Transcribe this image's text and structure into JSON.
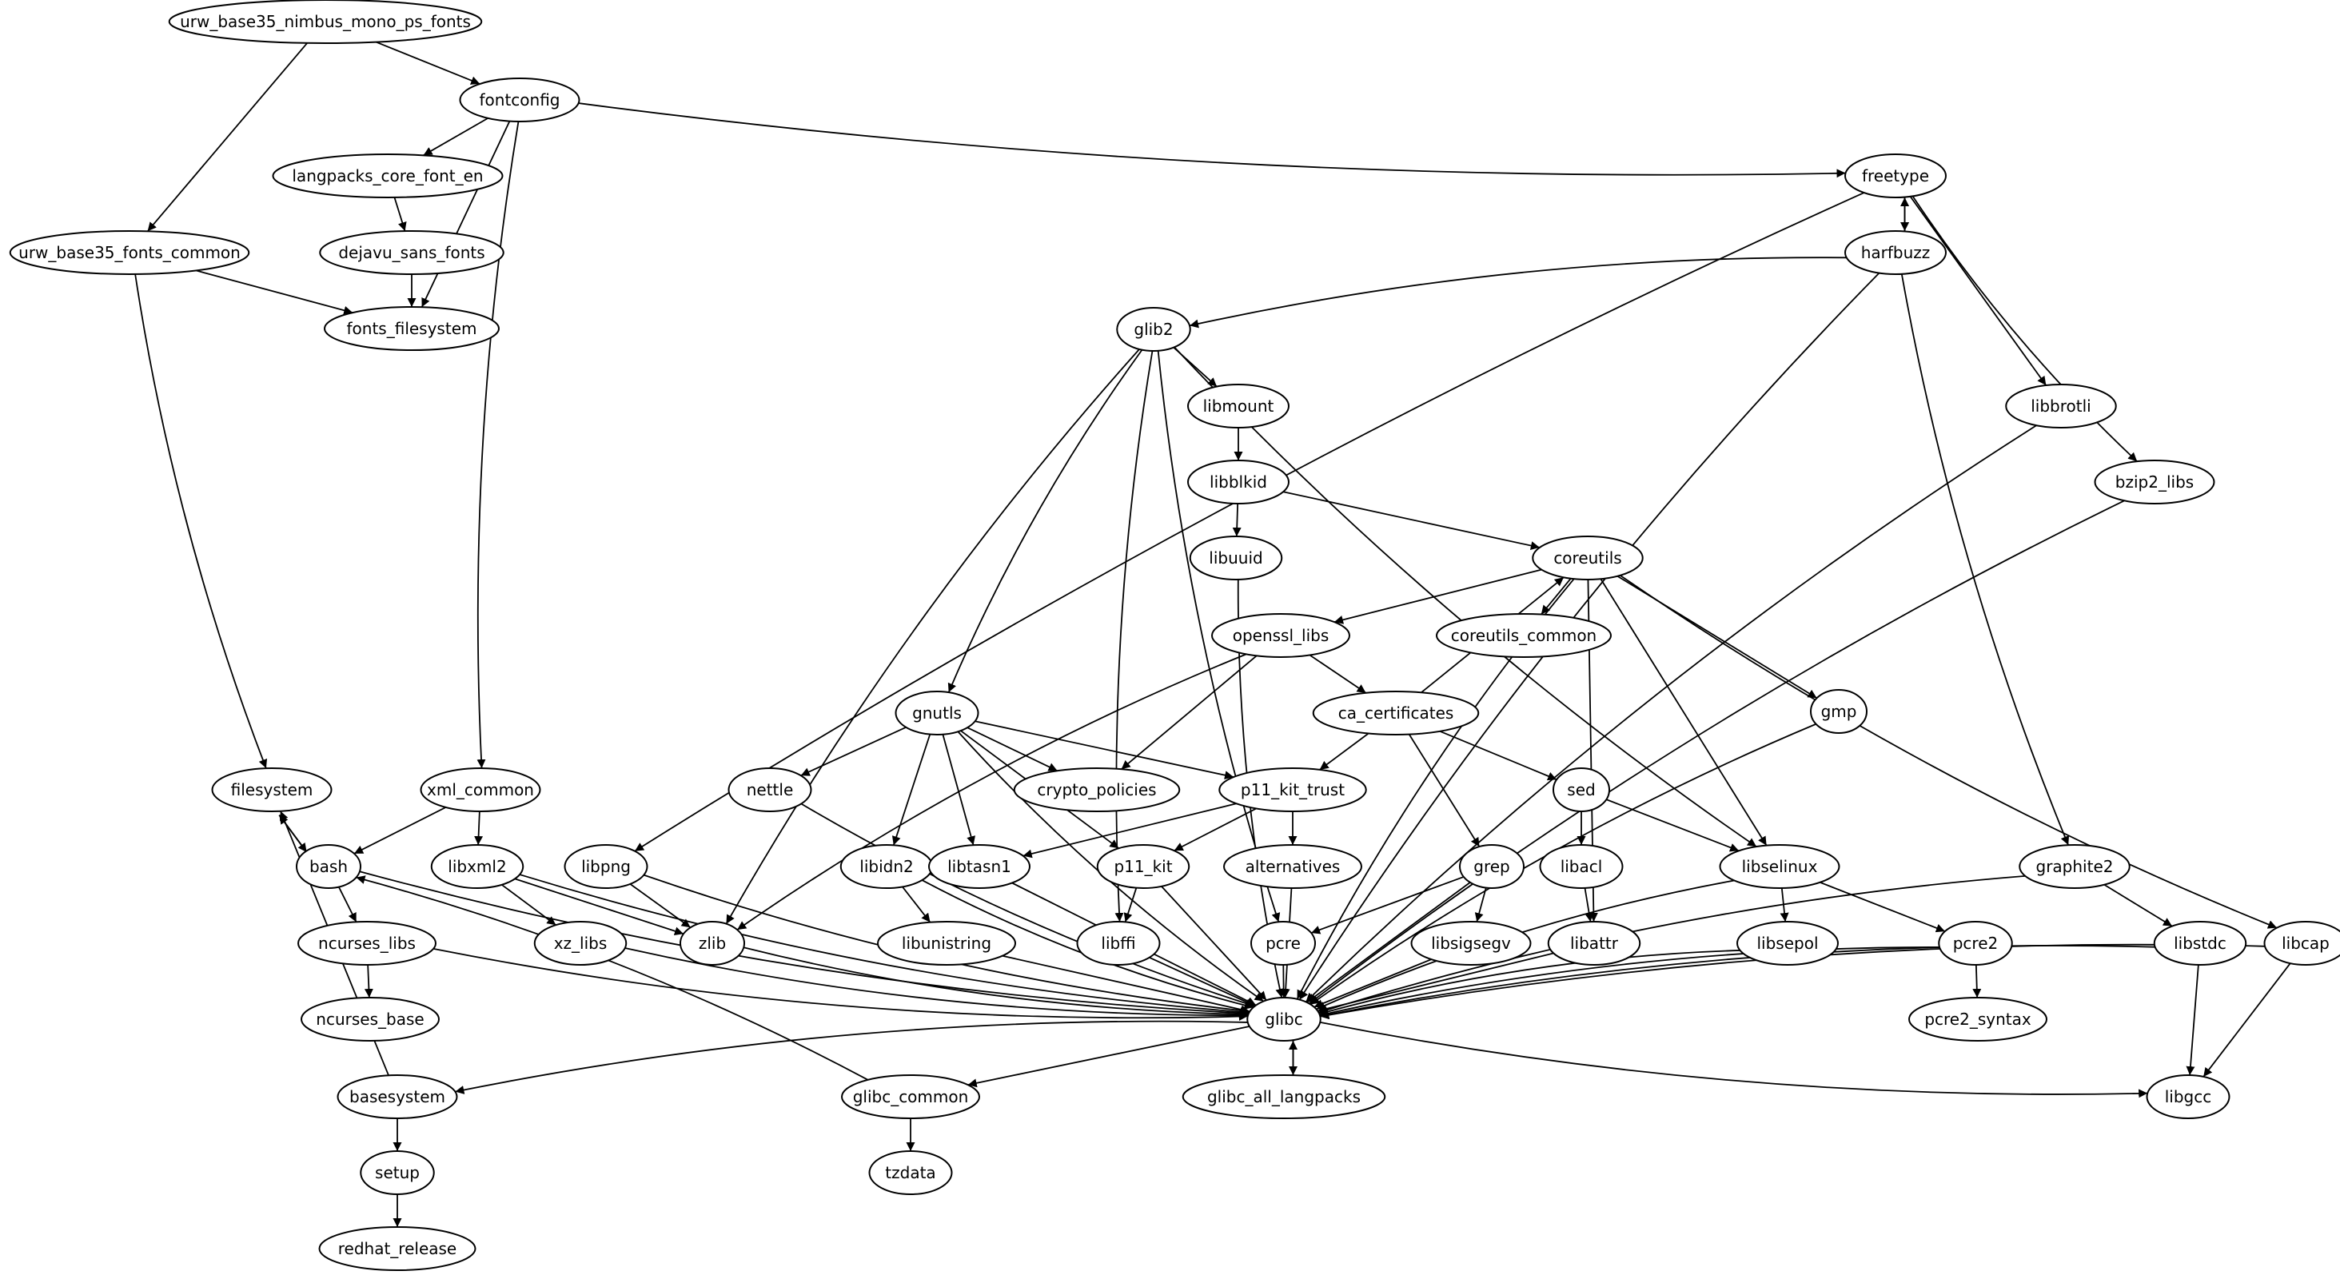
{
  "diagram": {
    "type": "directed-graph",
    "title": "Package dependency graph",
    "nodes": [
      {
        "id": "urw_base35_nimbus_mono_ps_fonts",
        "label": "urw_base35_nimbus_mono_ps_fonts"
      },
      {
        "id": "fontconfig",
        "label": "fontconfig"
      },
      {
        "id": "langpacks_core_font_en",
        "label": "langpacks_core_font_en"
      },
      {
        "id": "urw_base35_fonts_common",
        "label": "urw_base35_fonts_common"
      },
      {
        "id": "dejavu_sans_fonts",
        "label": "dejavu_sans_fonts"
      },
      {
        "id": "fonts_filesystem",
        "label": "fonts_filesystem"
      },
      {
        "id": "freetype",
        "label": "freetype"
      },
      {
        "id": "harfbuzz",
        "label": "harfbuzz"
      },
      {
        "id": "glib2",
        "label": "glib2"
      },
      {
        "id": "libmount",
        "label": "libmount"
      },
      {
        "id": "libbrotli",
        "label": "libbrotli"
      },
      {
        "id": "libblkid",
        "label": "libblkid"
      },
      {
        "id": "bzip2_libs",
        "label": "bzip2_libs"
      },
      {
        "id": "libuuid",
        "label": "libuuid"
      },
      {
        "id": "coreutils",
        "label": "coreutils"
      },
      {
        "id": "openssl_libs",
        "label": "openssl_libs"
      },
      {
        "id": "coreutils_common",
        "label": "coreutils_common"
      },
      {
        "id": "gnutls",
        "label": "gnutls"
      },
      {
        "id": "ca_certificates",
        "label": "ca_certificates"
      },
      {
        "id": "gmp",
        "label": "gmp"
      },
      {
        "id": "filesystem",
        "label": "filesystem"
      },
      {
        "id": "xml_common",
        "label": "xml_common"
      },
      {
        "id": "nettle",
        "label": "nettle"
      },
      {
        "id": "crypto_policies",
        "label": "crypto_policies"
      },
      {
        "id": "p11_kit_trust",
        "label": "p11_kit_trust"
      },
      {
        "id": "sed",
        "label": "sed"
      },
      {
        "id": "bash",
        "label": "bash"
      },
      {
        "id": "libxml2",
        "label": "libxml2"
      },
      {
        "id": "libpng",
        "label": "libpng"
      },
      {
        "id": "libidn2",
        "label": "libidn2"
      },
      {
        "id": "libtasn1",
        "label": "libtasn1"
      },
      {
        "id": "p11_kit",
        "label": "p11_kit"
      },
      {
        "id": "alternatives",
        "label": "alternatives"
      },
      {
        "id": "grep",
        "label": "grep"
      },
      {
        "id": "libacl",
        "label": "libacl"
      },
      {
        "id": "libselinux",
        "label": "libselinux"
      },
      {
        "id": "graphite2",
        "label": "graphite2"
      },
      {
        "id": "ncurses_libs",
        "label": "ncurses_libs"
      },
      {
        "id": "xz_libs",
        "label": "xz_libs"
      },
      {
        "id": "zlib",
        "label": "zlib"
      },
      {
        "id": "libunistring",
        "label": "libunistring"
      },
      {
        "id": "libffi",
        "label": "libffi"
      },
      {
        "id": "pcre",
        "label": "pcre"
      },
      {
        "id": "libsigsegv",
        "label": "libsigsegv"
      },
      {
        "id": "libattr",
        "label": "libattr"
      },
      {
        "id": "libsepol",
        "label": "libsepol"
      },
      {
        "id": "pcre2",
        "label": "pcre2"
      },
      {
        "id": "libstdc",
        "label": "libstdc"
      },
      {
        "id": "libcap",
        "label": "libcap"
      },
      {
        "id": "glibc",
        "label": "glibc"
      },
      {
        "id": "ncurses_base",
        "label": "ncurses_base"
      },
      {
        "id": "pcre2_syntax",
        "label": "pcre2_syntax"
      },
      {
        "id": "basesystem",
        "label": "basesystem"
      },
      {
        "id": "glibc_common",
        "label": "glibc_common"
      },
      {
        "id": "glibc_all_langpacks",
        "label": "glibc_all_langpacks"
      },
      {
        "id": "libgcc",
        "label": "libgcc"
      },
      {
        "id": "setup",
        "label": "setup"
      },
      {
        "id": "tzdata",
        "label": "tzdata"
      },
      {
        "id": "redhat_release",
        "label": "redhat_release"
      }
    ],
    "edges": [
      [
        "urw_base35_nimbus_mono_ps_fonts",
        "fontconfig"
      ],
      [
        "urw_base35_nimbus_mono_ps_fonts",
        "urw_base35_fonts_common"
      ],
      [
        "fontconfig",
        "langpacks_core_font_en"
      ],
      [
        "fontconfig",
        "fonts_filesystem"
      ],
      [
        "fontconfig",
        "xml_common"
      ],
      [
        "fontconfig",
        "freetype"
      ],
      [
        "langpacks_core_font_en",
        "dejavu_sans_fonts"
      ],
      [
        "dejavu_sans_fonts",
        "fonts_filesystem"
      ],
      [
        "urw_base35_fonts_common",
        "fonts_filesystem"
      ],
      [
        "urw_base35_fonts_common",
        "filesystem"
      ],
      [
        "freetype",
        "harfbuzz"
      ],
      [
        "harfbuzz",
        "freetype"
      ],
      [
        "freetype",
        "libpng"
      ],
      [
        "freetype",
        "libbrotli"
      ],
      [
        "freetype",
        "bzip2_libs"
      ],
      [
        "harfbuzz",
        "glib2"
      ],
      [
        "harfbuzz",
        "glibc"
      ],
      [
        "harfbuzz",
        "graphite2"
      ],
      [
        "libbrotli",
        "glibc"
      ],
      [
        "bzip2_libs",
        "glibc"
      ],
      [
        "glib2",
        "libmount"
      ],
      [
        "glib2",
        "gnutls"
      ],
      [
        "glib2",
        "zlib"
      ],
      [
        "glib2",
        "libffi"
      ],
      [
        "glib2",
        "pcre"
      ],
      [
        "glib2",
        "libselinux"
      ],
      [
        "libmount",
        "libblkid"
      ],
      [
        "libblkid",
        "libuuid"
      ],
      [
        "libblkid",
        "coreutils"
      ],
      [
        "libuuid",
        "glibc"
      ],
      [
        "coreutils",
        "openssl_libs"
      ],
      [
        "coreutils",
        "coreutils_common"
      ],
      [
        "coreutils",
        "gmp"
      ],
      [
        "coreutils",
        "libattr"
      ],
      [
        "coreutils",
        "glibc"
      ],
      [
        "coreutils",
        "libcap"
      ],
      [
        "coreutils",
        "libselinux"
      ],
      [
        "openssl_libs",
        "ca_certificates"
      ],
      [
        "openssl_libs",
        "crypto_policies"
      ],
      [
        "openssl_libs",
        "zlib"
      ],
      [
        "ca_certificates",
        "coreutils"
      ],
      [
        "ca_certificates",
        "p11_kit_trust"
      ],
      [
        "ca_certificates",
        "grep"
      ],
      [
        "ca_certificates",
        "sed"
      ],
      [
        "gnutls",
        "nettle"
      ],
      [
        "gnutls",
        "crypto_policies"
      ],
      [
        "gnutls",
        "p11_kit_trust"
      ],
      [
        "gnutls",
        "libidn2"
      ],
      [
        "gnutls",
        "libtasn1"
      ],
      [
        "gnutls",
        "p11_kit"
      ],
      [
        "gnutls",
        "glibc"
      ],
      [
        "gmp",
        "glibc"
      ],
      [
        "filesystem",
        "bash"
      ],
      [
        "bash",
        "filesystem"
      ],
      [
        "xml_common",
        "bash"
      ],
      [
        "xml_common",
        "libxml2"
      ],
      [
        "nettle",
        "glibc"
      ],
      [
        "p11_kit_trust",
        "libtasn1"
      ],
      [
        "p11_kit_trust",
        "p11_kit"
      ],
      [
        "p11_kit_trust",
        "alternatives"
      ],
      [
        "sed",
        "libacl"
      ],
      [
        "sed",
        "libselinux"
      ],
      [
        "bash",
        "ncurses_libs"
      ],
      [
        "bash",
        "glibc"
      ],
      [
        "libxml2",
        "xz_libs"
      ],
      [
        "libxml2",
        "zlib"
      ],
      [
        "libxml2",
        "glibc"
      ],
      [
        "libpng",
        "zlib"
      ],
      [
        "libpng",
        "glibc"
      ],
      [
        "libidn2",
        "libunistring"
      ],
      [
        "libidn2",
        "glibc"
      ],
      [
        "libtasn1",
        "glibc"
      ],
      [
        "p11_kit",
        "libffi"
      ],
      [
        "p11_kit",
        "glibc"
      ],
      [
        "alternatives",
        "glibc"
      ],
      [
        "grep",
        "pcre"
      ],
      [
        "grep",
        "libsigsegv"
      ],
      [
        "grep",
        "glibc"
      ],
      [
        "libacl",
        "libattr"
      ],
      [
        "libselinux",
        "libsepol"
      ],
      [
        "libselinux",
        "pcre2"
      ],
      [
        "libselinux",
        "glibc"
      ],
      [
        "graphite2",
        "libstdc"
      ],
      [
        "graphite2",
        "glibc"
      ],
      [
        "ncurses_libs",
        "ncurses_base"
      ],
      [
        "ncurses_libs",
        "glibc"
      ],
      [
        "xz_libs",
        "glibc"
      ],
      [
        "zlib",
        "glibc"
      ],
      [
        "libunistring",
        "glibc"
      ],
      [
        "libffi",
        "glibc"
      ],
      [
        "pcre",
        "glibc"
      ],
      [
        "libsigsegv",
        "glibc"
      ],
      [
        "libattr",
        "glibc"
      ],
      [
        "libsepol",
        "glibc"
      ],
      [
        "pcre2",
        "pcre2_syntax"
      ],
      [
        "pcre2",
        "glibc"
      ],
      [
        "libstdc",
        "libgcc"
      ],
      [
        "libstdc",
        "glibc"
      ],
      [
        "libcap",
        "libgcc"
      ],
      [
        "libcap",
        "glibc"
      ],
      [
        "glibc",
        "basesystem"
      ],
      [
        "glibc",
        "glibc_common"
      ],
      [
        "glibc",
        "glibc_all_langpacks"
      ],
      [
        "glibc_all_langpacks",
        "glibc"
      ],
      [
        "glibc",
        "libgcc"
      ],
      [
        "glibc_common",
        "bash"
      ],
      [
        "glibc_common",
        "tzdata"
      ],
      [
        "basesystem",
        "filesystem"
      ],
      [
        "basesystem",
        "setup"
      ],
      [
        "setup",
        "redhat_release"
      ]
    ]
  }
}
